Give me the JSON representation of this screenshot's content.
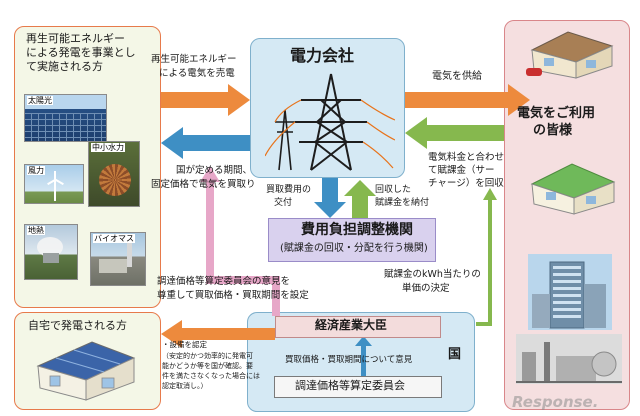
{
  "producer": {
    "title_lines": [
      "再生可能エネルギー",
      "による発電を事業とし",
      "て実施される方"
    ],
    "photo_labels": {
      "solar": "太陽光",
      "hydro": "中小水力",
      "wind": "風力",
      "biomass": "バイオマス",
      "geothermal": "地熱"
    }
  },
  "home_generator": {
    "title": "自宅で発電される方"
  },
  "company": {
    "title": "電力会社"
  },
  "consumers": {
    "title_lines": [
      "電気をご利用",
      "の皆様"
    ]
  },
  "arrows": {
    "sell_lines": [
      "再生可能エネルギー",
      "による電気を売電"
    ],
    "supply": "電気を供給",
    "buy_lines": [
      "国が定める期間、",
      "固定価格で電気を買取り"
    ],
    "surcharge_lines": [
      "電気料金と合わせ",
      "て賦課金（サー",
      "チャージ）を回収"
    ],
    "grant_lines": [
      "買取費用の",
      "交付"
    ],
    "pay_lines": [
      "回収した",
      "賦課金を納付"
    ],
    "price_setting_lines": [
      "調達価格等算定委員会の意見を",
      "尊重して買取価格・買取期間を設定"
    ],
    "unit_price_lines": [
      "賦課金のkWh当たりの",
      "単価の決定"
    ],
    "approval_lines": [
      "・設備を認定",
      "（安定的かつ効率的に発電可",
      "能かどうか等を国が確認。要",
      "件を満たさなくなった場合には",
      "認定取消し。）"
    ]
  },
  "adjust_org": {
    "title": "費用負担調整機関",
    "subtitle": "(賦課金の回収・分配を行う機関)"
  },
  "government": {
    "minister": "経済産業大臣",
    "label": "国",
    "opinion": "買取価格・買取期間について意見",
    "committee": "調達価格等算定委員会"
  },
  "watermark": "Response."
}
